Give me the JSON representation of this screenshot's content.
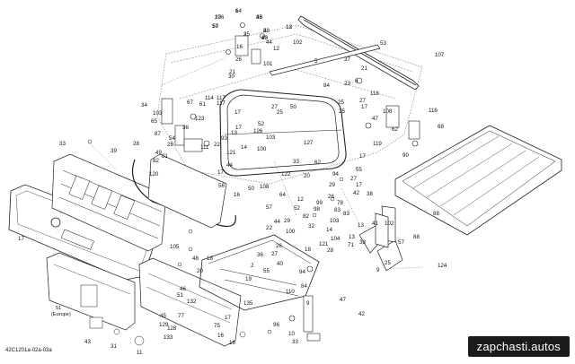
{
  "diagram_code": "42C1201a-02a-03a",
  "notes": [
    "51",
    "(Europe)"
  ],
  "watermark": "zapchasti.autos",
  "callouts": [
    "27",
    "14",
    "38",
    "13",
    "17",
    "35",
    "28",
    "40",
    "44",
    "16",
    "12",
    "101",
    "102",
    "53",
    "107",
    "21",
    "30",
    "37",
    "21",
    "5",
    "6",
    "23",
    "26",
    "84",
    "27",
    "118",
    "25",
    "17",
    "116",
    "34",
    "67",
    "114",
    "117",
    "50",
    "25",
    "27",
    "117",
    "61",
    "103",
    "17",
    "123",
    "52",
    "126",
    "17",
    "13",
    "93",
    "22",
    "14",
    "100",
    "111",
    "121",
    "25",
    "47",
    "108",
    "62",
    "68",
    "90",
    "119",
    "17",
    "65",
    "28",
    "87",
    "54",
    "36",
    "28",
    "103",
    "127",
    "55",
    "27",
    "17",
    "42",
    "38",
    "62",
    "33",
    "122",
    "20",
    "33",
    "49",
    "81",
    "82",
    "39",
    "120",
    "44",
    "17",
    "56",
    "50",
    "16",
    "108",
    "64",
    "57",
    "12",
    "99",
    "26",
    "78",
    "83",
    "82",
    "88",
    "124",
    "17",
    "105",
    "48",
    "18",
    "20",
    "18",
    "55",
    "19",
    "94",
    "84",
    "110",
    "9",
    "96",
    "10",
    "33",
    "47",
    "42",
    "77",
    "11",
    "43",
    "31",
    "45",
    "129",
    "128",
    "133",
    "132",
    "135",
    "51",
    "46",
    "16",
    "18",
    "17",
    "75",
    "52",
    "13",
    "71",
    "14",
    "103",
    "104",
    "28",
    "27",
    "40",
    "2",
    "22",
    "36",
    "44",
    "100",
    "32",
    "41",
    "102",
    "88",
    "83",
    "29",
    "94",
    "98",
    "13",
    "38",
    "25",
    "9",
    "57",
    "121",
    "26",
    "29",
    "106",
    "6",
    "45",
    "12",
    "50",
    "2",
    "4",
    "13"
  ]
}
